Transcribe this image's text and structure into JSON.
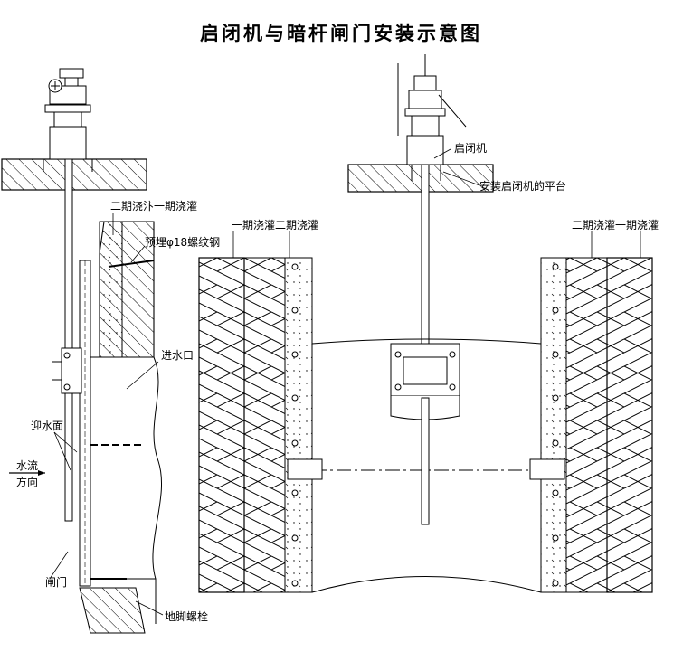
{
  "title": "启闭机与暗杆闸门安装示意图",
  "labels": {
    "second_first_pour_left": "二期浇汴一期浇灌",
    "embedded_rebar": "预埋φ18螺纹钢",
    "water_inlet": "进水口",
    "upstream_face": "迎水面",
    "flow": "水流",
    "direction": "方向",
    "gate": "闸门",
    "anchor_bolt": "地脚螺栓",
    "hoist": "启闭机",
    "hoist_platform": "安装启闭机的平台",
    "first_second_pour_mid": "一期浇灌二期浇灌",
    "second_first_pour_right": "二期浇灌一期浇灌"
  }
}
